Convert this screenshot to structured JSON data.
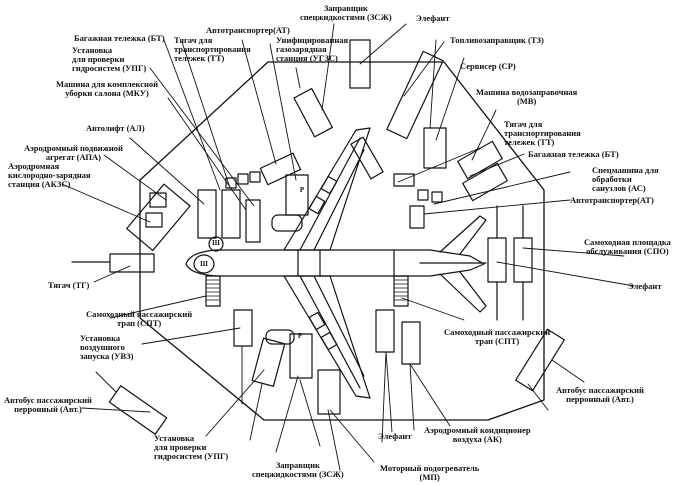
{
  "diagram": {
    "title": "Схема размещения средств наземного обслуживания самолёта",
    "labels": {
      "bt_top": "Багажная тележка (БТ)",
      "tt_top": "Тягач для\nтранспортирования\nтележек (ТТ)",
      "at_top": "Автотранспортер(АТ)",
      "zszh_top": "Заправщик\nспецжидкостями (ЗСЖ)",
      "elefant_top": "Элефант",
      "upg_top": "Установка\nдля проверки\nгидросистем (УПГ)",
      "ugzs": "Унифицированная\nгазозарядная\nстанция (УГЗС)",
      "tz": "Топливозаправщик (ТЗ)",
      "sr": "Сервисер (СР)",
      "mku": "Машина для комплексной\nуборки салона (МКУ)",
      "mv": "Машина водозаправочная\n(МВ)",
      "tt_right": "Тягач для\nтранспортирования\nтележек (ТТ)",
      "al": "Автолифт (АЛ)",
      "apa": "Аэродромный подвижной\nагрегат (АПА)",
      "akzs": "Аэродромная\nкислородно-зарядная\nстанция (АКЗС)",
      "bt_right": "Багажная тележка (БТ)",
      "as": "Спецмашина для\nобработки\nсанузлов (АС)",
      "at_right": "Автотранспортер(АТ)",
      "spo": "Самоходная площадка\nобслуживания (СПО)",
      "tg": "Тягач (ТГ)",
      "elefant_right": "Элефант",
      "spt_left": "Самоходный пассажирский\nтрап (СПТ)",
      "uvz": "Установка\nвоздушного\nзапуска (УВЗ)",
      "spt_right": "Самоходный пассажирский\nтрап (СПТ)",
      "avt_left": "Автобус пассажирский\nперронный (Авт.)",
      "avt_right": "Автобус пассажирский\nперронный (Авт.)",
      "elefant_bottom": "Элефант",
      "ak": "Аэродромный кондиционер\nвоздуха (АК)",
      "upg_bottom": "Установка\nдля проверки\nгидросистем (УПГ)",
      "zszh_bottom": "Заправщик\nспецжидкостями (ЗСЖ)",
      "mp": "Моторный подогреватель\n(МП)"
    },
    "symbols": {
      "sh_top": "Ш",
      "sh_nose": "Ш",
      "p_top": "Р",
      "p_bottom": "Р"
    },
    "line_color": "#111111"
  }
}
